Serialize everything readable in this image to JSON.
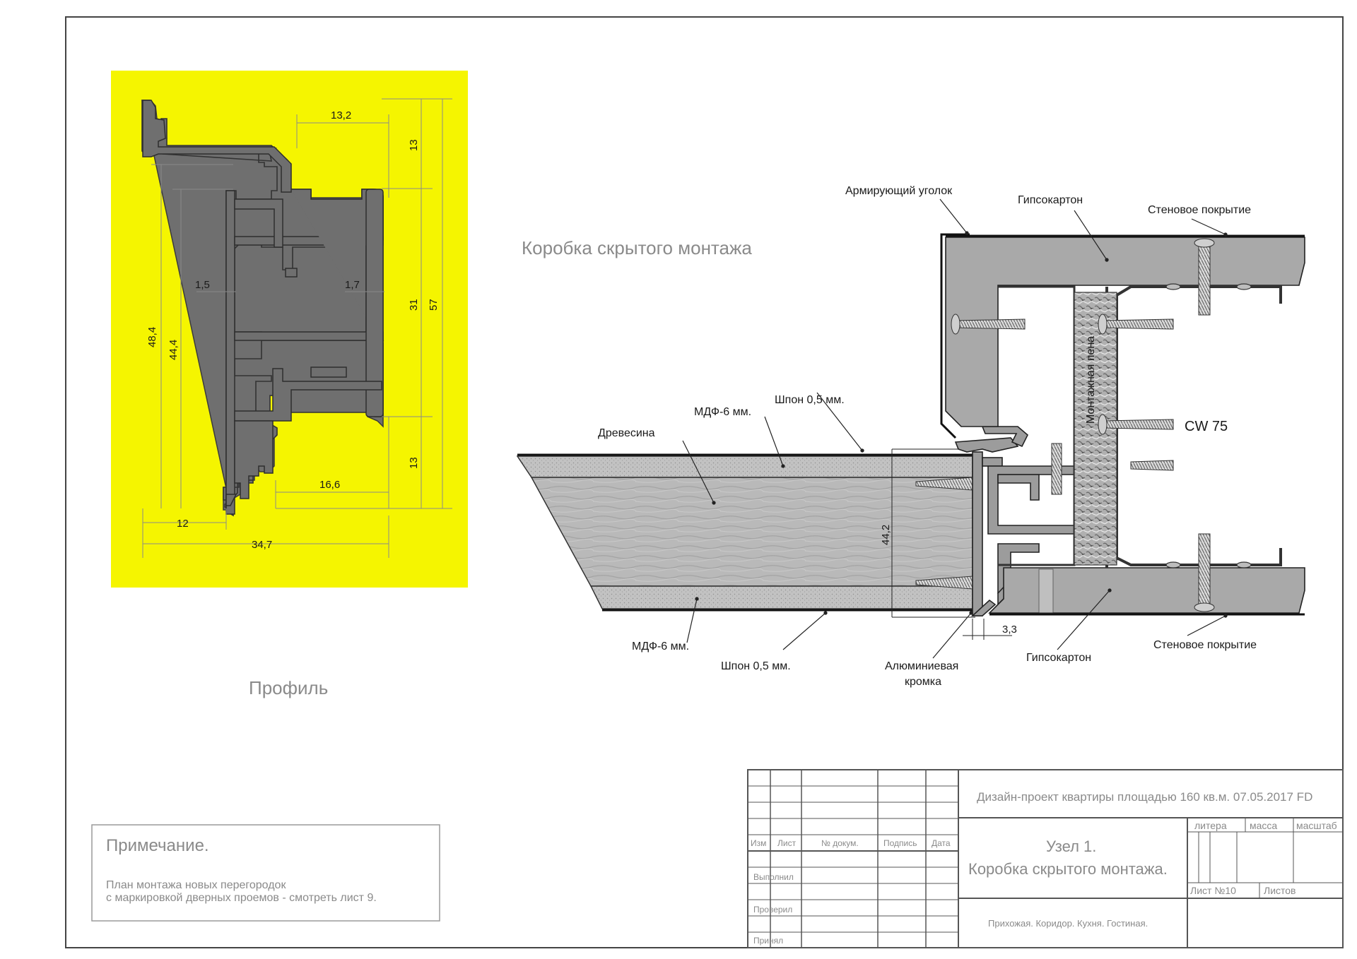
{
  "profile": {
    "caption": "Профиль",
    "dims": {
      "d13_2": "13,2",
      "d13_top": "13",
      "d57": "57",
      "d31": "31",
      "d1_5": "1,5",
      "d1_7": "1,7",
      "d48_4": "48,4",
      "d44_4": "44,4",
      "d13_bot": "13",
      "d16_6": "16,6",
      "d12": "12",
      "d34_7": "34,7"
    },
    "colors": {
      "background": "#f5f500",
      "metal": "#6f6f6f"
    }
  },
  "section": {
    "title": "Коробка скрытого монтажа",
    "labels": {
      "corner": "Армирующий уголок",
      "drywall_top": "Гипсокартон",
      "wall_top": "Стеновое покрытие",
      "foam": "Монтажная пена",
      "cw": "CW 75",
      "veneer_top": "Шпон 0,5 мм.",
      "mdf_top": "МДФ-6 мм.",
      "wood": "Древесина",
      "mdf_bot": "МДФ-6 мм.",
      "veneer_bot": "Шпон 0,5 мм.",
      "edge_line1": "Алюминиевая",
      "edge_line2": "кромка",
      "drywall_bot": "Гипсокартон",
      "wall_bot": "Стеновое покрытие",
      "dim_44_2": "44,2",
      "dim_3_3": "3,3"
    }
  },
  "note": {
    "title": "Примечание.",
    "line1": "План монтажа новых перегородок",
    "line2": "с маркировкой дверных проемов - смотреть лист 9."
  },
  "title_block": {
    "project": "Дизайн-проект квартиры площадью 160 кв.м.  07.05.2017 FD",
    "col_izm": "Изм",
    "col_list": "Лист",
    "col_doc": "№ докум.",
    "col_sign": "Подпись",
    "col_date": "Дата",
    "row_done": "Выполнил",
    "row_checked": "Проверил",
    "row_accepted": "Принял",
    "node_line1": "Узел 1.",
    "node_line2": "Коробка скрытого монтажа.",
    "litera": "литера",
    "massa": "масса",
    "masshtab": "масштаб",
    "sheet_no": "Лист №10",
    "sheets": "Листов",
    "rooms": "Прихожая. Коридор. Кухня. Гостиная."
  }
}
